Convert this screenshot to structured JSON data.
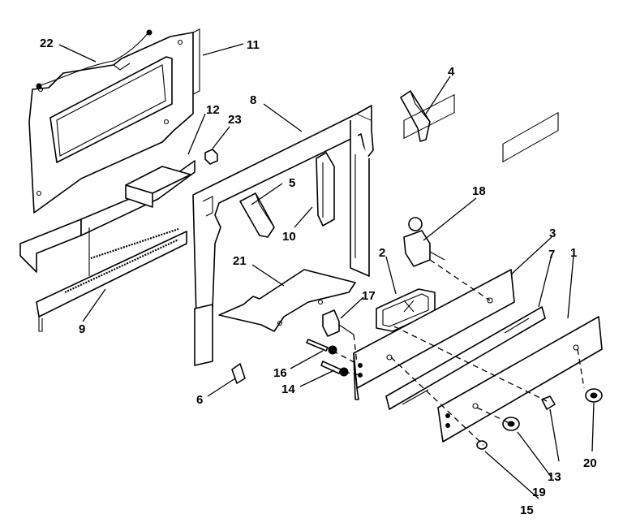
{
  "diagram": {
    "callouts": [
      {
        "id": "c1",
        "text": "1"
      },
      {
        "id": "c2",
        "text": "2"
      },
      {
        "id": "c3",
        "text": "3"
      },
      {
        "id": "c4",
        "text": "4"
      },
      {
        "id": "c5",
        "text": "5"
      },
      {
        "id": "c6",
        "text": "6"
      },
      {
        "id": "c7",
        "text": "7"
      },
      {
        "id": "c8",
        "text": "8"
      },
      {
        "id": "c9",
        "text": "9"
      },
      {
        "id": "c10",
        "text": "10"
      },
      {
        "id": "c11",
        "text": "11"
      },
      {
        "id": "c12",
        "text": "12"
      },
      {
        "id": "c13",
        "text": "13"
      },
      {
        "id": "c14",
        "text": "14"
      },
      {
        "id": "c15",
        "text": "15"
      },
      {
        "id": "c16",
        "text": "16"
      },
      {
        "id": "c17",
        "text": "17"
      },
      {
        "id": "c18",
        "text": "18"
      },
      {
        "id": "c19",
        "text": "19"
      },
      {
        "id": "c20",
        "text": "20"
      },
      {
        "id": "c21",
        "text": "21"
      },
      {
        "id": "c22",
        "text": "22"
      },
      {
        "id": "c23",
        "text": "23"
      }
    ]
  }
}
